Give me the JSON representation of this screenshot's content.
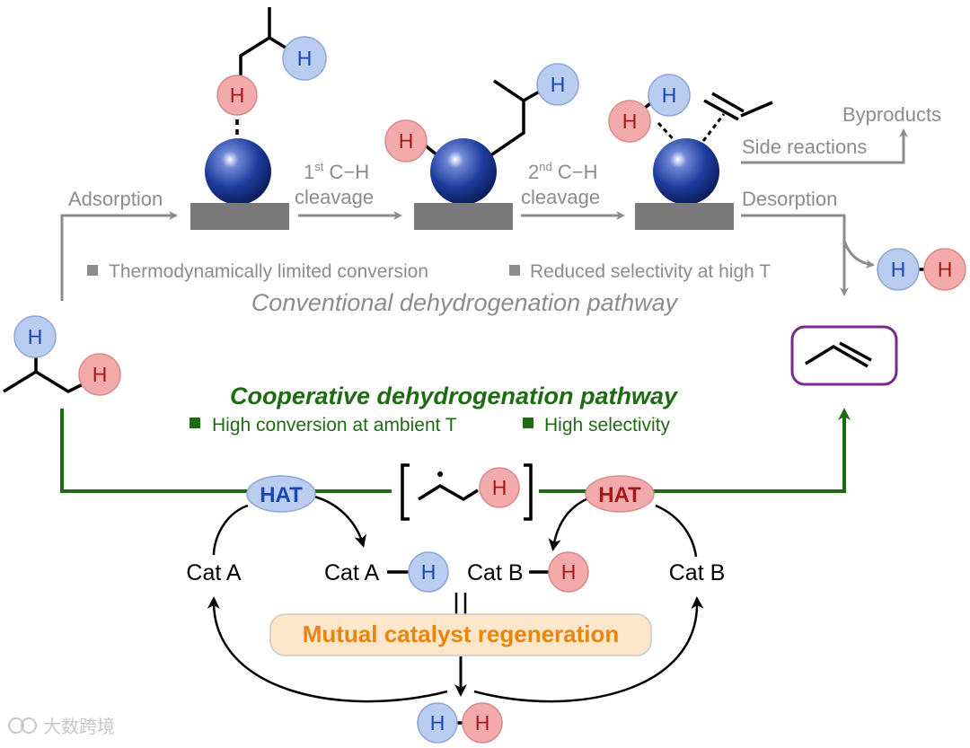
{
  "conventional": {
    "steps": {
      "adsorption": "Adsorption",
      "cleavage1_prefix": "1",
      "cleavage1_sup": "st",
      "cleavage1_suffix": " C−H",
      "cleavage1_line2": "cleavage",
      "cleavage2_prefix": "2",
      "cleavage2_sup": "nd",
      "cleavage2_suffix": " C−H",
      "cleavage2_line2": "cleavage",
      "desorption": "Desorption",
      "side_reactions": "Side reactions",
      "byproducts": "Byproducts"
    },
    "notes": [
      "Thermodynamically limited conversion",
      "Reduced selectivity at high T"
    ],
    "title": "Conventional dehydrogenation pathway"
  },
  "cooperative": {
    "title": "Cooperative dehydrogenation pathway",
    "notes": [
      "High conversion at ambient T",
      "High selectivity"
    ],
    "hat_left": "HAT",
    "hat_right": "HAT",
    "cat_a": "Cat A",
    "cat_a_h": "Cat A",
    "cat_b_h": "Cat B",
    "cat_b": "Cat B",
    "regeneration": "Mutual catalyst regeneration"
  },
  "atoms": {
    "h": "H"
  },
  "watermark": "大数跨境",
  "colors": {
    "gray": "#8c8c8c",
    "green": "#1f6b14",
    "purple": "#7a2a8c",
    "orange": "#e8860c",
    "h_blue_fill": "#b9cdf0",
    "h_red_fill": "#f3aaaa",
    "sphere": "#1d3c9c"
  }
}
